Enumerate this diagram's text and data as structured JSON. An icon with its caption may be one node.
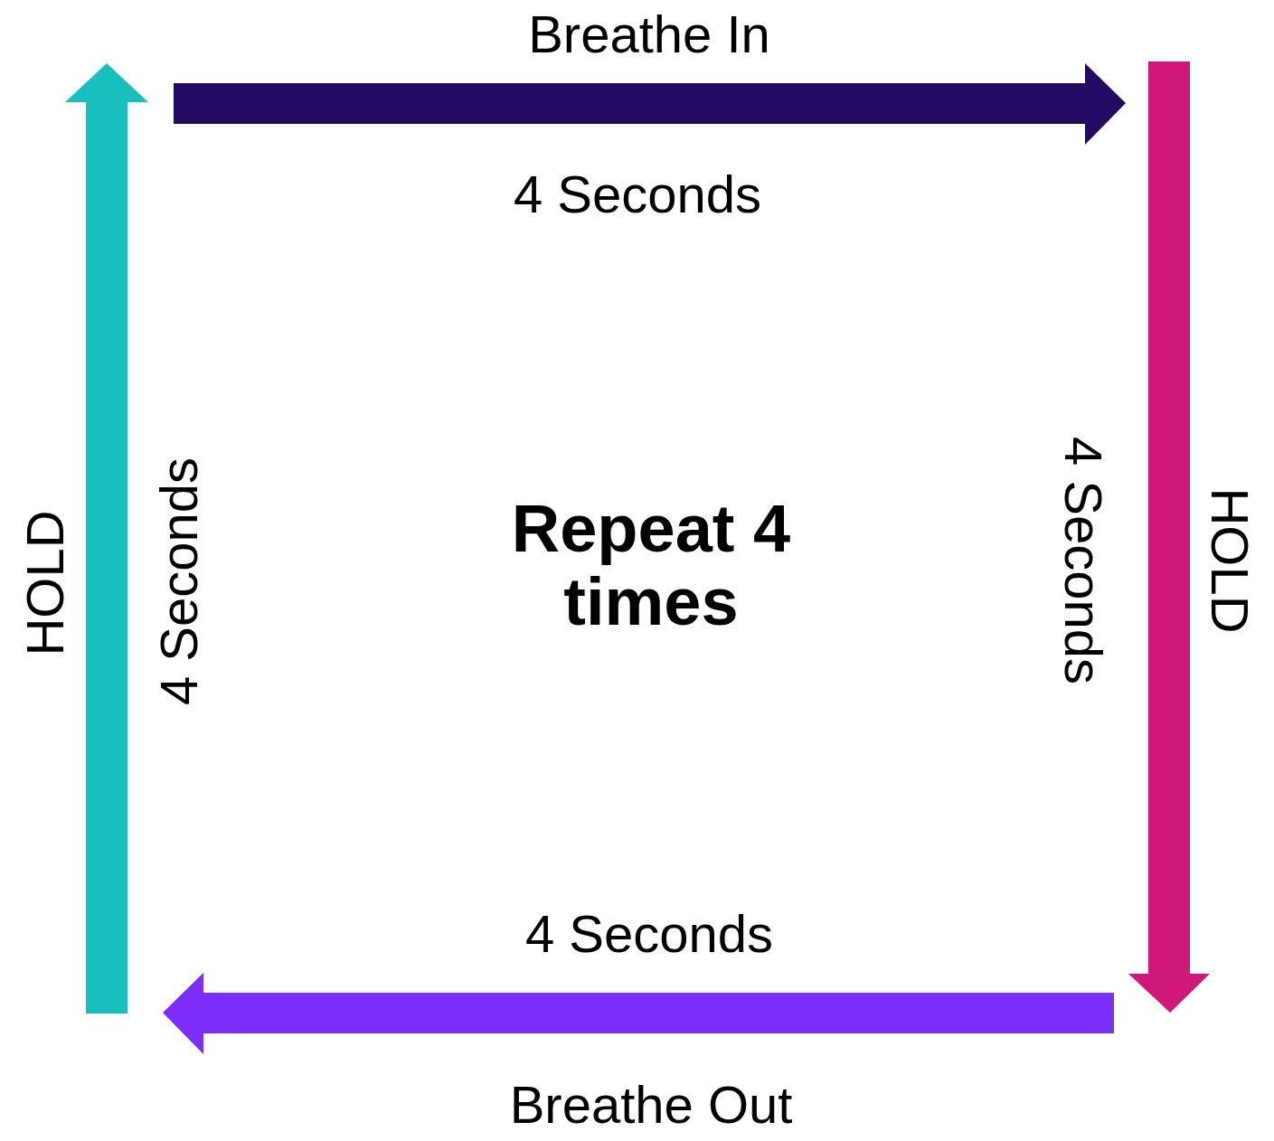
{
  "diagram": {
    "labels": [
      "Breathe In",
      "4 Seconds",
      "HOLD",
      "4 Seconds",
      "Repeat 4 times",
      "4 Seconds",
      "HOLD",
      "4 Seconds",
      "Breathe Out"
    ]
  }
}
